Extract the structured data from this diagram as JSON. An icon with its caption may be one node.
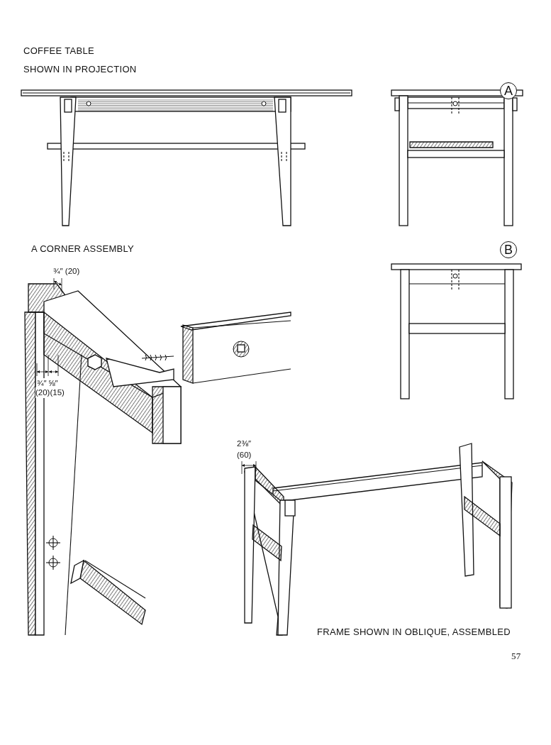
{
  "diagram": {
    "title": "COFFEE TABLE",
    "nodes": [
      {
        "text": [
          "A"
        ]
      },
      {
        "text": [
          "B"
        ]
      }
    ],
    "labels": [
      "SHOWN IN PROJECTION",
      "A CORNER ASSEMBLY",
      "¾″ (20)",
      "¾″",
      "⅝″",
      "(20)(15)",
      "2⅜″",
      "(60)",
      "FRAME SHOWN IN OBLIQUE, ASSEMBLED",
      "57"
    ]
  }
}
